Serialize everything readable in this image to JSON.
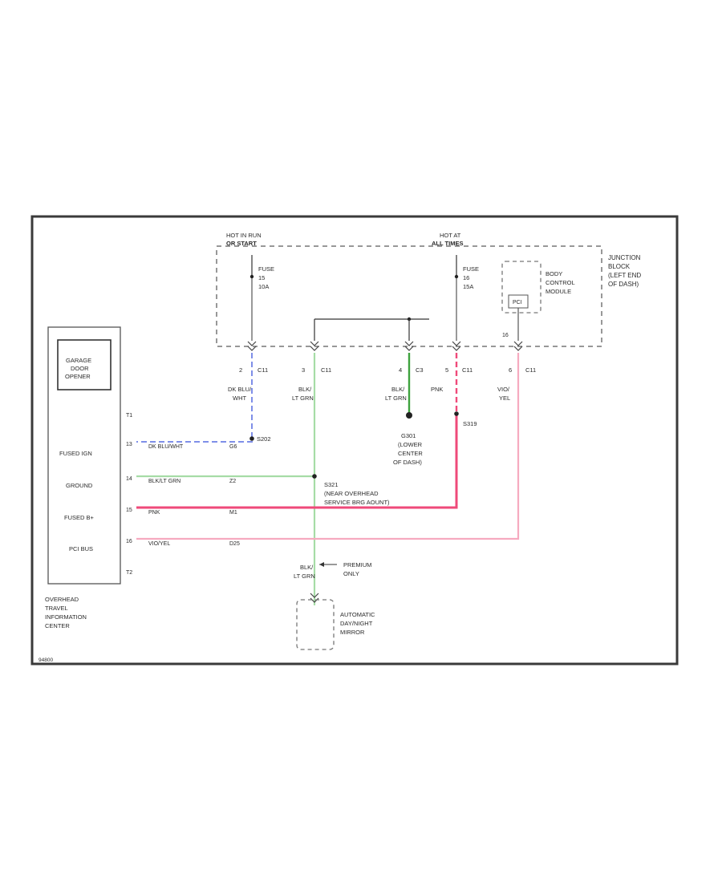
{
  "junction_block": {
    "label_lines": [
      "JUNCTION",
      "BLOCK",
      "(LEFT END",
      "OF DASH)"
    ],
    "hot_run_lines": [
      "HOT IN RUN",
      "OR START"
    ],
    "hot_all_lines": [
      "HOT AT",
      "ALL TIMES"
    ],
    "fuse1_lines": [
      "FUSE",
      "15",
      "10A"
    ],
    "fuse2_lines": [
      "FUSE",
      "16",
      "15A"
    ],
    "bcm_lines": [
      "BODY",
      "CONTROL",
      "MODULE"
    ],
    "pci_label": "PCI",
    "pin_16": "16"
  },
  "connectors": {
    "c1_pin2": "2",
    "c1_name1": "C11",
    "c1_pin3": "3",
    "c1_name2": "C11",
    "c3_pin4": "4",
    "c3_name": "C3",
    "c1_pin5": "5",
    "c1_name3": "C11",
    "c1_pin6": "6",
    "c1_name4": "C11"
  },
  "wires": {
    "dkblu_lines": [
      "DK BLU/",
      "WHT"
    ],
    "blk_ltgrn_lines": [
      "BLK/",
      "LT GRN"
    ],
    "blk_ltgrn_lines_2": [
      "BLK/",
      "LT GRN"
    ],
    "pnk": "PNK",
    "vio_yel_lines": [
      "VIO/",
      "YEL"
    ],
    "blk_ltgrn_lower_lines": [
      "BLK/",
      "LT GRN"
    ],
    "h_dkblu": "DK BLU/WHT",
    "h_blk": "BLK/LT GRN",
    "h_pnk": "PNK",
    "h_vio": "VIO/YEL",
    "h_code_1": "G6",
    "h_code_2": "Z2",
    "h_code_3": "M1",
    "h_code_4": "D25"
  },
  "splices": {
    "s202": "S202",
    "s319": "S319",
    "s321_lines": [
      "S321",
      "(NEAR OVERHEAD",
      "SERVICE BRG AOUNT)"
    ]
  },
  "ground": {
    "lines": [
      "G301",
      "(LOWER",
      "CENTER",
      "OF DASH)"
    ]
  },
  "otic": {
    "garage_lines": [
      "GARAGE",
      "DOOR",
      "OPENER"
    ],
    "pin_t1": "T1",
    "pin_t2": "T2",
    "pin_13": "13",
    "pin_14": "14",
    "pin_15": "15",
    "pin_16": "16",
    "fused_ign": "FUSED IGN",
    "ground": "GROUND",
    "fused_b": "FUSED B+",
    "pci_bus": "PCI BUS",
    "name_lines": [
      "OVERHEAD",
      "TRAVEL",
      "INFORMATION",
      "CENTER"
    ]
  },
  "mirror": {
    "note_lines": [
      "PREMIUM",
      "ONLY"
    ],
    "name_lines": [
      "AUTOMATIC",
      "DAY/NIGHT",
      "MIRROR"
    ]
  },
  "footer_id": "94800"
}
